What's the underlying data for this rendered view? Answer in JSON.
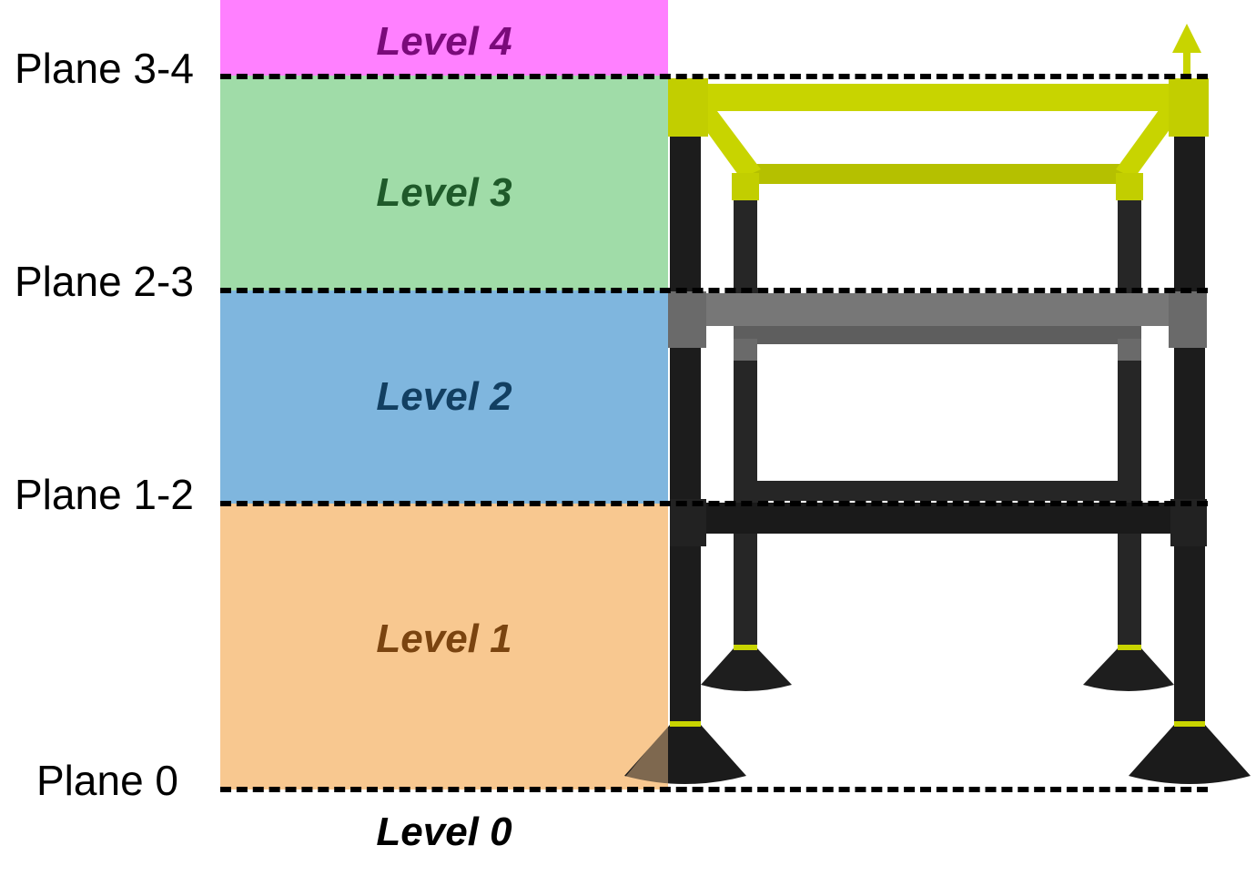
{
  "levels": [
    {
      "label": "Level 4",
      "fill": "#ff80ff",
      "text_color": "#7a0a7a"
    },
    {
      "label": "Level 3",
      "fill": "#a0dca8",
      "text_color": "#1f5a2a"
    },
    {
      "label": "Level 2",
      "fill": "#7fb6de",
      "text_color": "#123f61"
    },
    {
      "label": "Level 1",
      "fill": "#f8c890",
      "text_color": "#7a4410"
    },
    {
      "label": "Level 0",
      "text_color": "#000000"
    }
  ],
  "planes": [
    "Plane 3-4",
    "Plane 2-3",
    "Plane 1-2",
    "Plane 0"
  ],
  "colors": {
    "frame_post": "#1c1c1c",
    "top_rail": "#c8d400",
    "mid_rail": "#6e6e6e",
    "low_rail": "#1f1f1f"
  }
}
